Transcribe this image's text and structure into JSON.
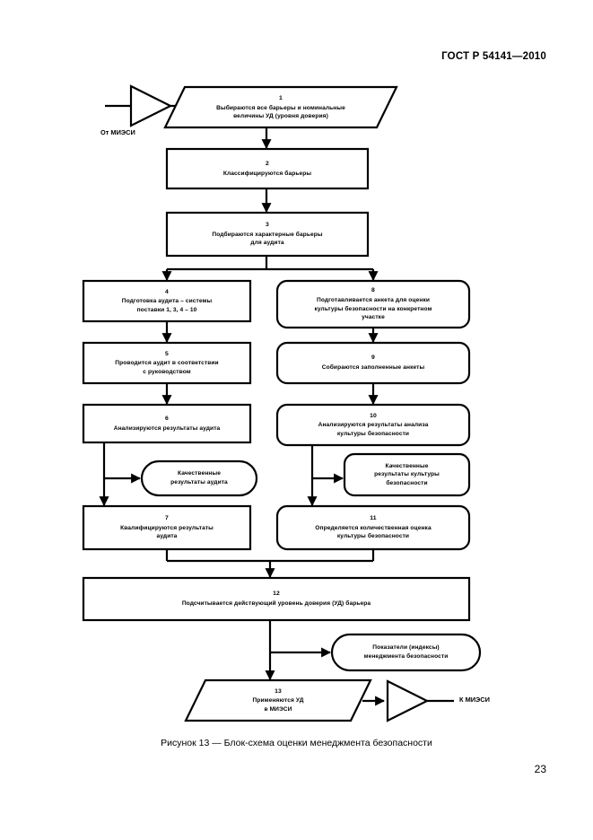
{
  "document": {
    "header": "ГОСТ Р 54141—2010",
    "page_number": "23",
    "figure_caption": "Рисунок 13 — Блок-схема оценки менеджмента безопасности"
  },
  "colors": {
    "stroke": "#000000",
    "background": "#ffffff",
    "text": "#000000"
  },
  "diagram": {
    "labels": {
      "from_miesi": "От МИЭСИ",
      "to_miesi": "К МИЭСИ"
    },
    "nodes": [
      {
        "id": "n1",
        "num": "1",
        "shape": "parallelogram",
        "lines": [
          "Выбираются все барьеры и номинальные",
          "величины УД (уровня доверия)"
        ]
      },
      {
        "id": "n2",
        "num": "2",
        "shape": "rect",
        "lines": [
          "Классифицируются барьеры"
        ]
      },
      {
        "id": "n3",
        "num": "3",
        "shape": "rect",
        "lines": [
          "Подбираются характерные барьеры",
          "для аудита"
        ]
      },
      {
        "id": "n4",
        "num": "4",
        "shape": "rect",
        "lines": [
          "Подготовка аудита – системы",
          "поставки 1, 3, 4 – 10"
        ]
      },
      {
        "id": "n5",
        "num": "5",
        "shape": "rect",
        "lines": [
          "Проводится аудит в соответствии",
          "с руководством"
        ]
      },
      {
        "id": "n6",
        "num": "6",
        "shape": "rect",
        "lines": [
          "Анализируются результаты аудита"
        ]
      },
      {
        "id": "n_qual_audit",
        "num": "",
        "shape": "stadium",
        "lines": [
          "Качественные",
          "результаты аудита"
        ]
      },
      {
        "id": "n7",
        "num": "7",
        "shape": "rect",
        "lines": [
          "Квалифицируются результаты",
          "аудита"
        ]
      },
      {
        "id": "n8",
        "num": "8",
        "shape": "rounded",
        "lines": [
          "Подготавливается анкета для оценки",
          "культуры безопасности на конкретном",
          "участке"
        ]
      },
      {
        "id": "n9",
        "num": "9",
        "shape": "rounded",
        "lines": [
          "Собираются заполненные анкеты"
        ]
      },
      {
        "id": "n10",
        "num": "10",
        "shape": "rounded",
        "lines": [
          "Анализируются результаты анализа",
          "культуры безопасности"
        ]
      },
      {
        "id": "n_qual_culture",
        "num": "",
        "shape": "rounded",
        "lines": [
          "Качественные",
          "результаты культуры",
          "безопасности"
        ]
      },
      {
        "id": "n11",
        "num": "11",
        "shape": "rounded",
        "lines": [
          "Определяется количественная оценка",
          "культуры безопасности"
        ]
      },
      {
        "id": "n12",
        "num": "12",
        "shape": "rect",
        "lines": [
          "Подсчитывается действующий уровень доверия (УД) барьера"
        ]
      },
      {
        "id": "n_indicators",
        "num": "",
        "shape": "stadium",
        "lines": [
          "Показатели (индексы)",
          "менеджмента безопасности"
        ]
      },
      {
        "id": "n13",
        "num": "13",
        "shape": "parallelogram",
        "lines": [
          "Применяются УД",
          "в МИЭСИ"
        ]
      }
    ]
  }
}
